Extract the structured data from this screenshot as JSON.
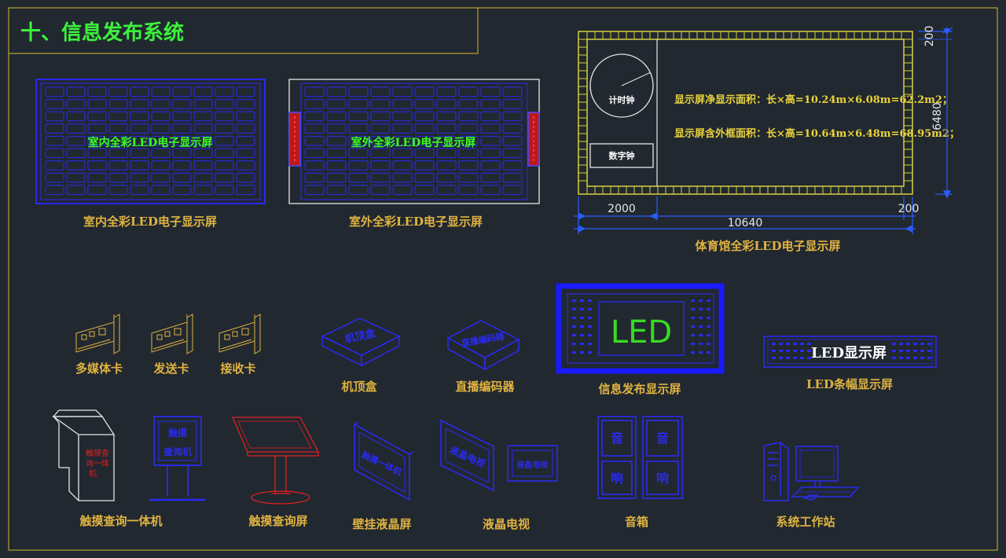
{
  "title": "十、信息发布系统",
  "colors": {
    "background": "#212830",
    "frame": "#b8a030",
    "blue": "#2a2af0",
    "red": "#e02020",
    "label": "#e0b340",
    "green": "#39ff22"
  },
  "screens": {
    "indoor_caption": "室内全彩LED电子显示屏",
    "indoor_label": "室内全彩LED电子显示屏",
    "outdoor_caption": "室外全彩LED电子显示屏",
    "outdoor_label": "室外全彩LED电子显示屏"
  },
  "stadium": {
    "clock_label": "计时钟",
    "digital_clock_label": "数字钟",
    "net_area_text": "显示屏净显示面积：长×高=10.24m×6.08m=62.2m2；",
    "total_area_text": "显示屏含外框面积：长×高=10.64m×6.48m=68.95m2；",
    "dim_top_right": "200",
    "dim_height": "6480",
    "dim_left_panel": "2000",
    "dim_width": "10640",
    "dim_bottom_right": "200",
    "caption": "体育馆全彩LED电子显示屏"
  },
  "devices": {
    "multimedia_card": "多媒体卡",
    "sender_card": "发送卡",
    "receiver_card": "接收卡",
    "set_top_box": "机顶盒",
    "set_top_box_face": "机顶盒",
    "live_encoder": "直播编码器",
    "live_encoder_face": "直播编码器",
    "info_display_text": "LED",
    "info_display": "信息发布显示屏",
    "led_strip_text": "LED显示屏",
    "led_strip": "LED条幅显示屏",
    "kiosk_face": "触摸查询一体机",
    "kiosk": "触摸查询一体机",
    "touch_panel_face": "触摸查询机",
    "touch_screen": "触摸查询屏",
    "wall_lcd_face": "触摸一体机",
    "wall_lcd": "壁挂液晶屏",
    "lcd_tv_face": "液晶电视",
    "lcd_tv_small_face": "液晶电视",
    "lcd_tv": "液晶电视",
    "speaker_char_1": "音",
    "speaker_char_2": "响",
    "speaker": "音箱",
    "workstation": "系统工作站"
  }
}
